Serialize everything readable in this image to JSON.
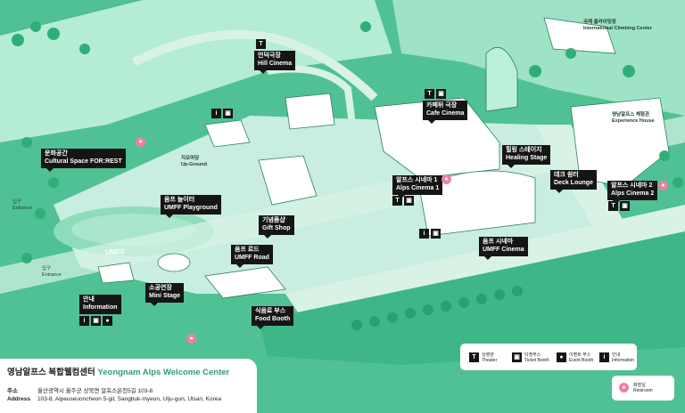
{
  "colors": {
    "ground": "#4fc195",
    "lawn": "#9ee3c6",
    "road": "#cdeede",
    "building": "#ffffff",
    "label": "#151515",
    "restroom": "#f07fa7"
  },
  "labels": {
    "hill_cinema": {
      "ko": "언덕극장",
      "en": "Hill Cinema"
    },
    "cafe_cinema": {
      "ko": "카페뒤 극장",
      "en": "Cafe Cinema"
    },
    "healing_stage": {
      "ko": "힐링 스테이지",
      "en": "Healing Stage"
    },
    "cultural_space": {
      "ko": "문화공간",
      "en": "Cultural Space FOR:REST"
    },
    "umff_playground": {
      "ko": "움프 놀이터",
      "en": "UMFF Playground"
    },
    "alps_cinema_1": {
      "ko": "알프스 시네마 1",
      "en": "Alps Cinema 1"
    },
    "deck_lounge": {
      "ko": "데크 쉼터",
      "en": "Deck Lounge"
    },
    "alps_cinema_2": {
      "ko": "알프스 시네마 2",
      "en": "Alps Cinema 2"
    },
    "gift_shop": {
      "ko": "기념품샵",
      "en": "Gift Shop"
    },
    "umff_road": {
      "ko": "움프 로드",
      "en": "UMFF Road"
    },
    "umff_cinema": {
      "ko": "움프 시네마",
      "en": "UMFF Cinema"
    },
    "mini_stage": {
      "ko": "소공연장",
      "en": "Mini Stage"
    },
    "information": {
      "ko": "안내",
      "en": "Information"
    },
    "food_booth": {
      "ko": "식음료 부스",
      "en": "Food Booth"
    }
  },
  "plain_labels": {
    "climbing_center": {
      "ko": "국제 클라이밍장",
      "en": "International Climbing Center"
    },
    "experience_house": {
      "ko": "영남알프스 체험관",
      "en": "Experience House"
    },
    "up_ground": {
      "ko": "지오마당",
      "en": "Up-Ground"
    },
    "entrance_1": {
      "ko": "입구",
      "en": "Entrance"
    },
    "entrance_2": {
      "ko": "입구",
      "en": "Entrance"
    }
  },
  "map_text": {
    "umff_logo": "UMFF"
  },
  "icons": {
    "theater": "T",
    "ticket": "▣",
    "event": "●",
    "info": "i",
    "restroom": "●"
  },
  "welcome_center": {
    "title_ko": "영남알프스 복합웰컴센터",
    "title_en": "Yeongnam Alps Welcome Center",
    "address_label_ko": "주소",
    "address_ko": "울산광역시 울주군 상북면 알프스온천5길 103-8",
    "address_label_en": "Address",
    "address_en": "103-8, Alpeuseuoncheon 5-gil, Sangbuk-myeon, Ulju-gun, Ulsan, Korea"
  },
  "legend": {
    "theater": {
      "ko": "상영관",
      "en": "Theater"
    },
    "ticket_booth": {
      "ko": "티켓부스",
      "en": "Ticket Booth"
    },
    "event_booth": {
      "ko": "이벤트 부스",
      "en": "Event Booth"
    },
    "information": {
      "ko": "안내",
      "en": "Information"
    },
    "restroom": {
      "ko": "화장실",
      "en": "Restroom"
    }
  }
}
